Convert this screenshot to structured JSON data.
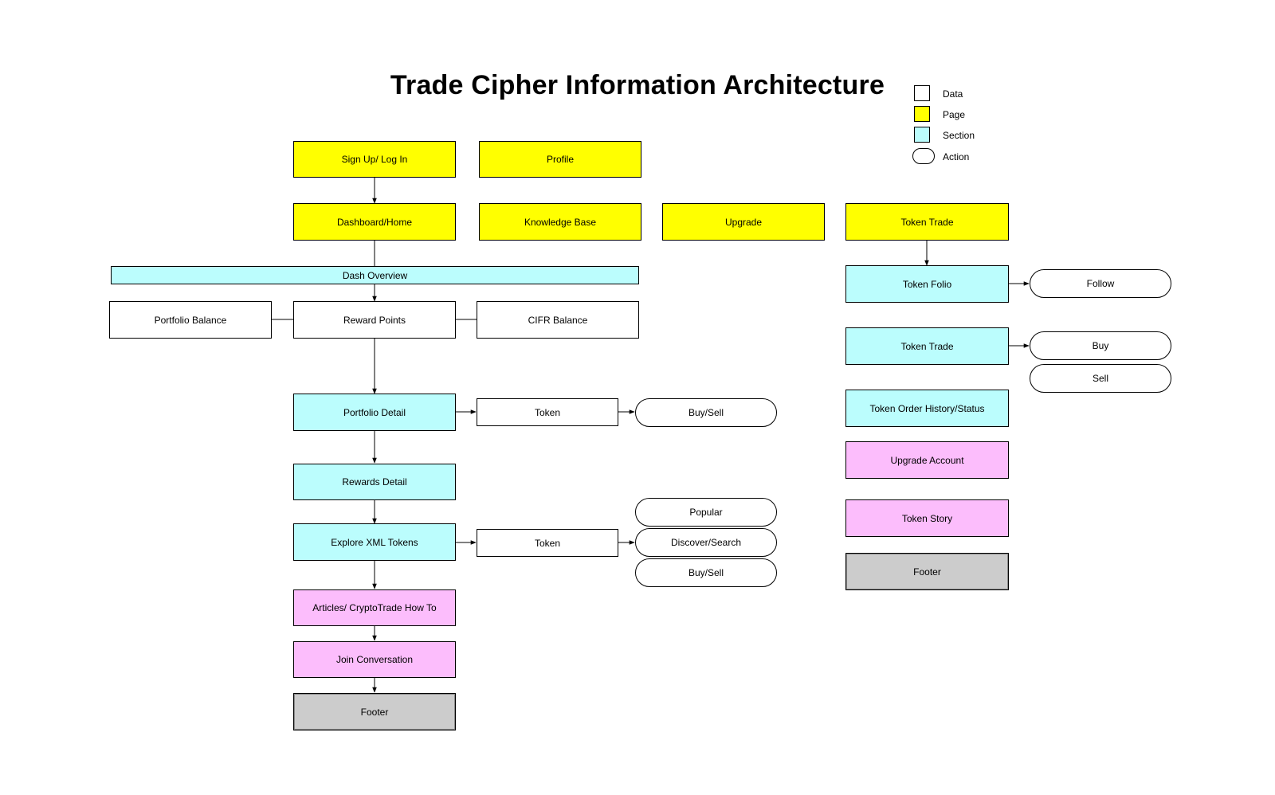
{
  "title": "Trade Cipher Information Architecture",
  "colors": {
    "page": "#ffff00",
    "section": "#bbfdfd",
    "pink": "#fcbdfc",
    "footer": "#cccccc",
    "data": "#ffffff"
  },
  "legend": {
    "data": "Data",
    "page": "Page",
    "section": "Section",
    "action": "Action"
  },
  "nodes": {
    "signup": "Sign Up/ Log In",
    "profile": "Profile",
    "dashboard": "Dashboard/Home",
    "knowledge_base": "Knowledge Base",
    "upgrade": "Upgrade",
    "token_trade_page": "Token Trade",
    "dash_overview": "Dash Overview",
    "portfolio_balance": "Portfolio Balance",
    "reward_points": "Reward Points",
    "cifr_balance": "CIFR Balance",
    "portfolio_detail": "Portfolio Detail",
    "token_1": "Token",
    "buy_sell_1": "Buy/Sell",
    "rewards_detail": "Rewards Detail",
    "explore_xml": "Explore XML Tokens",
    "token_2": "Token",
    "popular": "Popular",
    "discover_search": "Discover/Search",
    "buy_sell_2": "Buy/Sell",
    "articles": "Articles/ CryptoTrade How To",
    "join_conversation": "Join Conversation",
    "footer_left": "Footer",
    "token_folio": "Token Folio",
    "follow": "Follow",
    "token_trade_section": "Token Trade",
    "buy": "Buy",
    "sell": "Sell",
    "token_order_history": "Token Order History/Status",
    "upgrade_account": "Upgrade Account",
    "token_story": "Token Story",
    "footer_right": "Footer"
  }
}
